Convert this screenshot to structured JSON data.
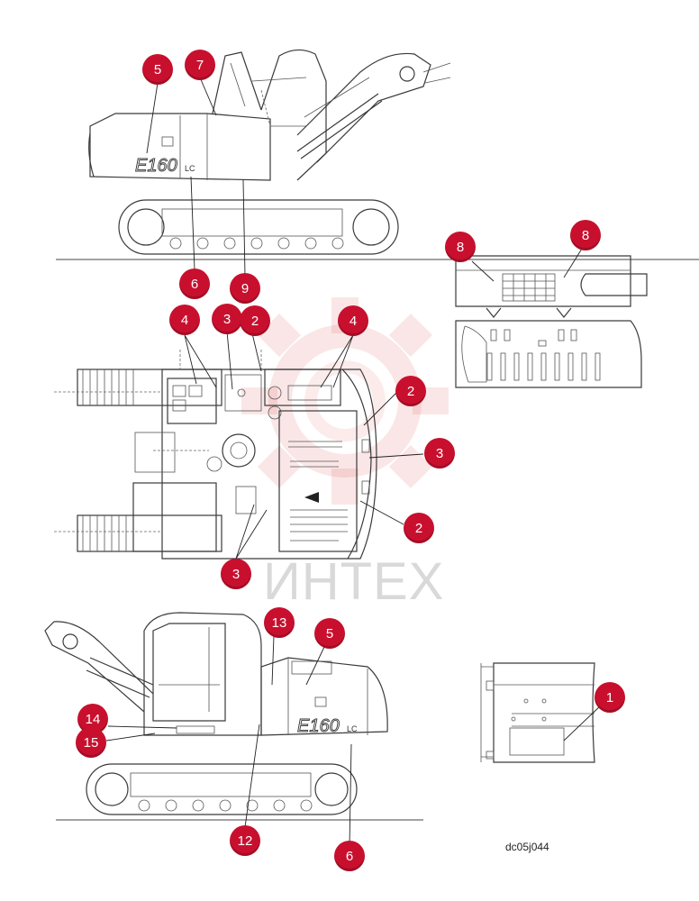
{
  "diagram": {
    "drawing_id": "dc05j044",
    "watermark": "ИНТЕХ",
    "accent_color": "#c8102e",
    "callouts": [
      {
        "id": "c-5-top",
        "label": "5"
      },
      {
        "id": "c-7-top",
        "label": "7"
      },
      {
        "id": "c-6-top",
        "label": "6"
      },
      {
        "id": "c-9-top",
        "label": "9"
      },
      {
        "id": "c-4-a",
        "label": "4"
      },
      {
        "id": "c-3-a",
        "label": "3"
      },
      {
        "id": "c-2-a",
        "label": "2"
      },
      {
        "id": "c-4-b",
        "label": "4"
      },
      {
        "id": "c-2-b",
        "label": "2"
      },
      {
        "id": "c-3-b",
        "label": "3"
      },
      {
        "id": "c-2-c",
        "label": "2"
      },
      {
        "id": "c-3-c",
        "label": "3"
      },
      {
        "id": "c-8-a",
        "label": "8"
      },
      {
        "id": "c-8-b",
        "label": "8"
      },
      {
        "id": "c-13",
        "label": "13"
      },
      {
        "id": "c-5-bottom",
        "label": "5"
      },
      {
        "id": "c-14",
        "label": "14"
      },
      {
        "id": "c-15",
        "label": "15"
      },
      {
        "id": "c-12",
        "label": "12"
      },
      {
        "id": "c-6-bottom",
        "label": "6"
      },
      {
        "id": "c-1",
        "label": "1"
      }
    ]
  }
}
